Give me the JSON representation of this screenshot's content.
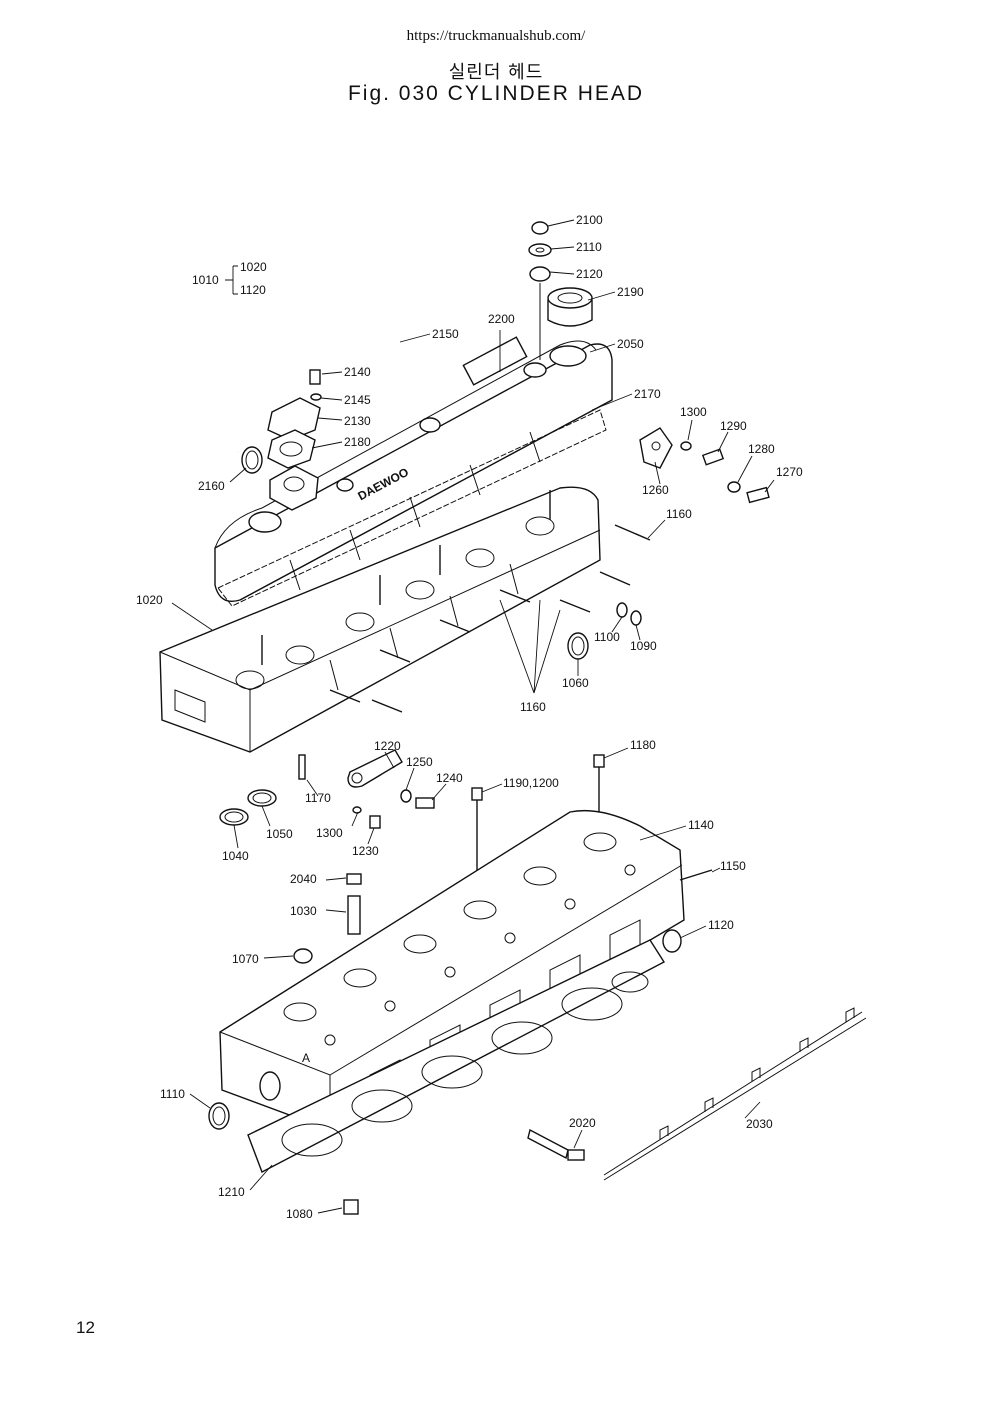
{
  "header": {
    "url": "https://truckmanualshub.com/",
    "korean_title": "실린더 헤드",
    "title": "Fig. 030 CYLINDER HEAD"
  },
  "page_number": "12",
  "cover_logo": "DAEWOO",
  "labels": {
    "p2100": "2100",
    "p2110": "2110",
    "p2120": "2120",
    "p2190": "2190",
    "p1010": "1010",
    "p1020a": "1020",
    "p1120a": "1120",
    "p2150": "2150",
    "p2200": "2200",
    "p2050": "2050",
    "p2140": "2140",
    "p2145": "2145",
    "p2130": "2130",
    "p2180": "2180",
    "p2160": "2160",
    "p2170": "2170",
    "p1300a": "1300",
    "p1290": "1290",
    "p1280": "1280",
    "p1270": "1270",
    "p1260": "1260",
    "p1160a": "1160",
    "p1020b": "1020",
    "p1100": "1100",
    "p1090": "1090",
    "p1060": "1060",
    "p1160b": "1160",
    "p1220": "1220",
    "p1250": "1250",
    "p1240": "1240",
    "p1170": "1170",
    "p1300b": "1300",
    "p1230": "1230",
    "p1050": "1050",
    "p1040": "1040",
    "p1190": "1190,1200",
    "p1180": "1180",
    "p1140": "1140",
    "p1150": "1150",
    "p2040": "2040",
    "p1030": "1030",
    "p1120b": "1120",
    "p1070": "1070",
    "pA": "A",
    "p1110": "1110",
    "p2020": "2020",
    "p2030": "2030",
    "p1210": "1210",
    "p1080": "1080"
  }
}
